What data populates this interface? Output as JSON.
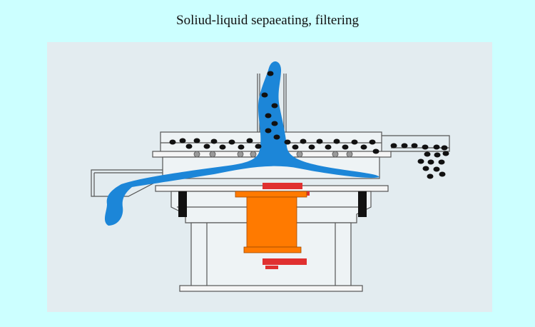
{
  "title": "Soliud-liquid sepaeating, filtering",
  "colors": {
    "page_background": "#ccffff",
    "panel_background": "#e3ecf0",
    "liquid": "#1c86d8",
    "particles": "#111111",
    "motor": "#ff7a00",
    "motor_accent": "#e03030",
    "machine_outline": "#555555"
  },
  "icons": [
    "machine-outline",
    "liquid-flow",
    "solid-particle",
    "vibration-motor"
  ]
}
